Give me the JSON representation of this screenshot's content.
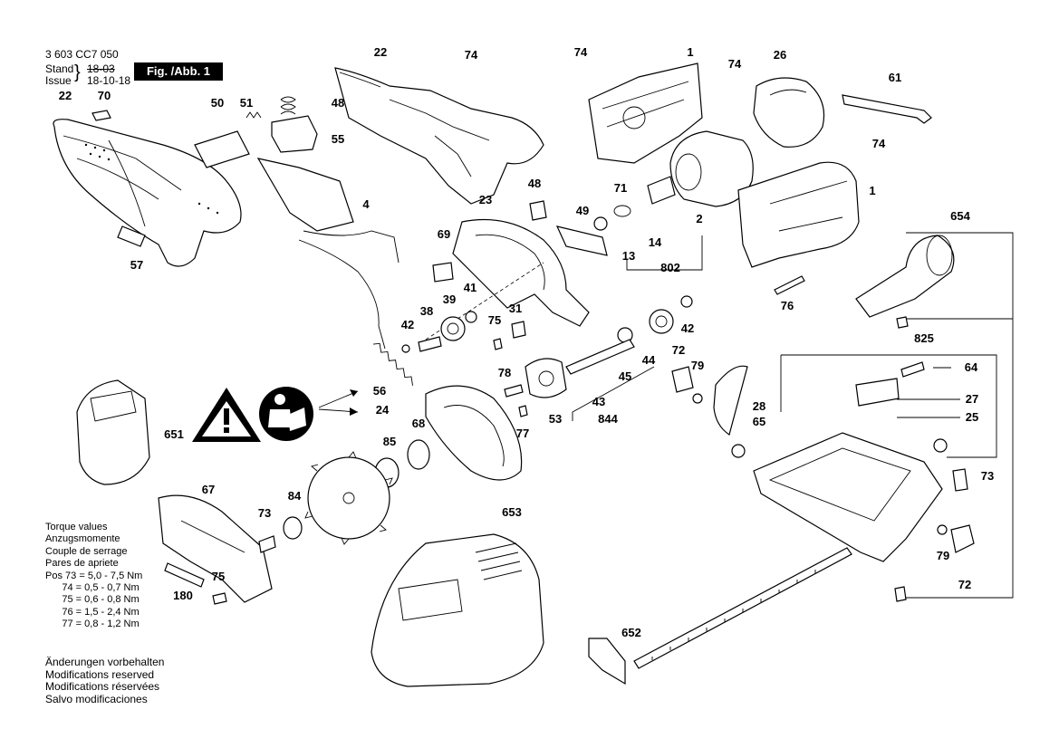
{
  "header": {
    "doc_number": "3 603 CC7 050",
    "stand_label": "Stand",
    "issue_label": "Issue",
    "stand_value": "18-03",
    "issue_value": "18-10-18",
    "figure_label": "Fig. /Abb. 1"
  },
  "torque": {
    "lines": [
      "Torque values",
      "Anzugsmomente",
      "Couple de serrage",
      "Pares de apriete"
    ],
    "pos_label": "Pos",
    "rows": [
      {
        "pos": "73",
        "value": "5,0 - 7,5 Nm"
      },
      {
        "pos": "74",
        "value": "0,5 - 0,7 Nm"
      },
      {
        "pos": "75",
        "value": "0,6 - 0,8 Nm"
      },
      {
        "pos": "76",
        "value": "1,5 - 2,4 Nm"
      },
      {
        "pos": "77",
        "value": "0,8 - 1,2 Nm"
      }
    ]
  },
  "notes": [
    "Änderungen vorbehalten",
    "Modifications reserved",
    "Modifications réservées",
    "Salvo modificaciones"
  ],
  "parts": [
    "22",
    "70",
    "50",
    "51",
    "48",
    "55",
    "4",
    "57",
    "22",
    "74",
    "23",
    "74",
    "1",
    "74",
    "26",
    "61",
    "74",
    "1",
    "2",
    "71",
    "14",
    "13",
    "802",
    "49",
    "48",
    "69",
    "41",
    "39",
    "38",
    "42",
    "75",
    "31",
    "42",
    "654",
    "76",
    "56",
    "24",
    "72",
    "79",
    "45",
    "44",
    "43",
    "78",
    "53",
    "844",
    "77",
    "68",
    "85",
    "28",
    "65",
    "64",
    "27",
    "25",
    "73",
    "651",
    "67",
    "73",
    "84",
    "75",
    "180",
    "653",
    "652",
    "825",
    "79",
    "72"
  ],
  "colors": {
    "ink": "#000000",
    "paper": "#ffffff",
    "badge": "#000000"
  },
  "icons": [
    "warning-triangle-icon",
    "read-manual-icon"
  ]
}
